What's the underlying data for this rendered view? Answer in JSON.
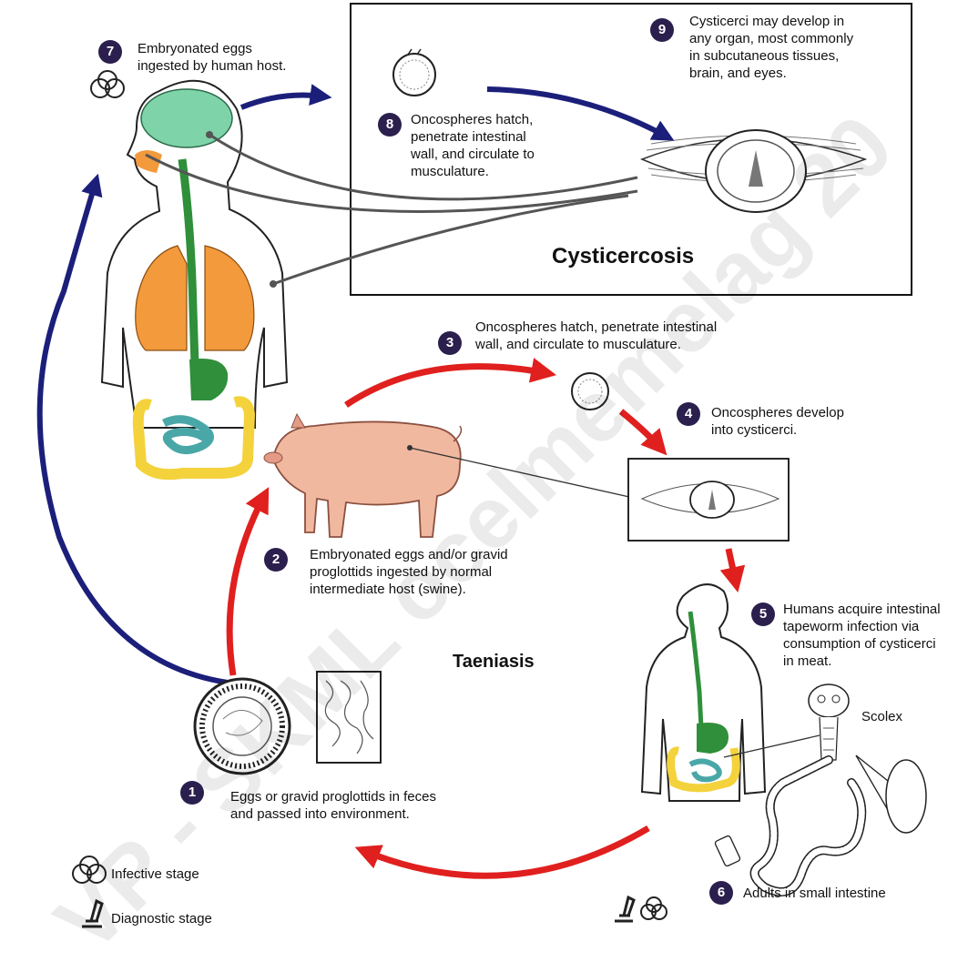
{
  "titles": {
    "cysticercosis": "Cysticercosis",
    "taeniasis": "Taeniasis"
  },
  "steps": [
    {
      "num": "1",
      "lines": [
        "Eggs or gravid proglottids in feces",
        "and passed into environment."
      ]
    },
    {
      "num": "2",
      "lines": [
        "Embryonated eggs and/or gravid",
        "proglottids ingested by normal",
        "intermediate host (swine)."
      ]
    },
    {
      "num": "3",
      "lines": [
        "Oncospheres hatch, penetrate intestinal",
        "wall, and circulate to musculature."
      ]
    },
    {
      "num": "4",
      "lines": [
        "Oncospheres develop",
        "into cysticerci."
      ]
    },
    {
      "num": "5",
      "lines": [
        "Humans acquire intestinal",
        "tapeworm infection via",
        "consumption of cysticerci",
        "in meat."
      ]
    },
    {
      "num": "6",
      "lines": [
        "Adults in small intestine"
      ]
    },
    {
      "num": "7",
      "lines": [
        "Embryonated eggs",
        "ingested by human host."
      ]
    },
    {
      "num": "8",
      "lines": [
        "Oncospheres hatch,",
        "penetrate intestinal",
        "wall, and circulate to",
        "musculature."
      ]
    },
    {
      "num": "9",
      "lines": [
        "Cysticerci may develop in",
        "any organ, most commonly",
        "in subcutaneous tissues,",
        "brain, and eyes."
      ]
    }
  ],
  "labels": {
    "scolex": "Scolex"
  },
  "legend": {
    "infective": "Infective stage",
    "diagnostic": "Diagnostic stage"
  },
  "watermark": "VP - SKML ocelmemelag 20",
  "colors": {
    "red_arrow": "#e0201e",
    "blue_arrow": "#1b1f7a",
    "badge": "#2a1f4d",
    "brain": "#7fd3a8",
    "lungs": "#f29a3c",
    "gut_green": "#2f8f3a",
    "colon_yellow": "#f4d23c",
    "small_intestine": "#4aa7a8",
    "pig": "#f1b8a0"
  }
}
